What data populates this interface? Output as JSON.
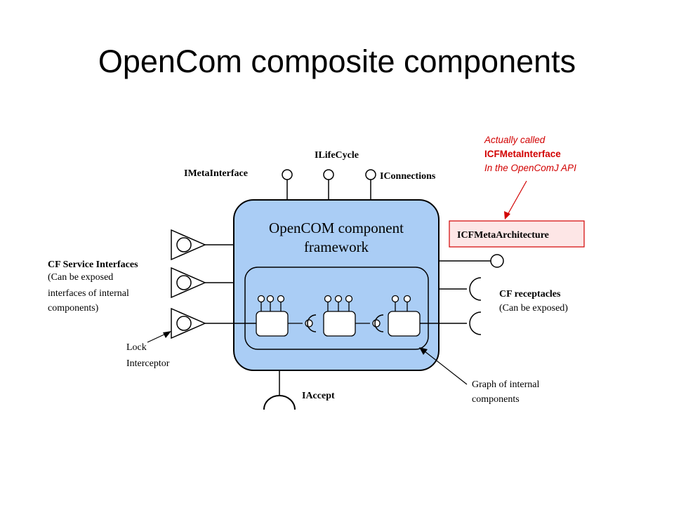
{
  "slide": {
    "title": "OpenCom composite components"
  },
  "note": {
    "line1": "Actually called",
    "line2": "ICFMetaInterface",
    "line3": "In the OpenComJ API"
  },
  "diagram": {
    "framework_label": [
      "OpenCOM component",
      "framework"
    ],
    "top_interfaces": {
      "lifecycle": "ILifeCycle",
      "meta": "IMetaInterface",
      "connections": "IConnections"
    },
    "meta_architecture": "ICFMetaArchitecture",
    "service_interfaces": {
      "heading": "CF Service Interfaces",
      "lines": [
        "(Can be exposed",
        "interfaces of internal",
        "components)"
      ]
    },
    "receptacles": {
      "heading": "CF receptacles",
      "sub": "(Can be exposed)"
    },
    "lock": [
      "Lock",
      "Interceptor"
    ],
    "accept": "IAccept",
    "graph": [
      "Graph of internal",
      "components"
    ],
    "colors": {
      "framework_fill": "#aacdf5",
      "note_red": "#d20000",
      "highlight_fill": "#fde6e6"
    }
  }
}
